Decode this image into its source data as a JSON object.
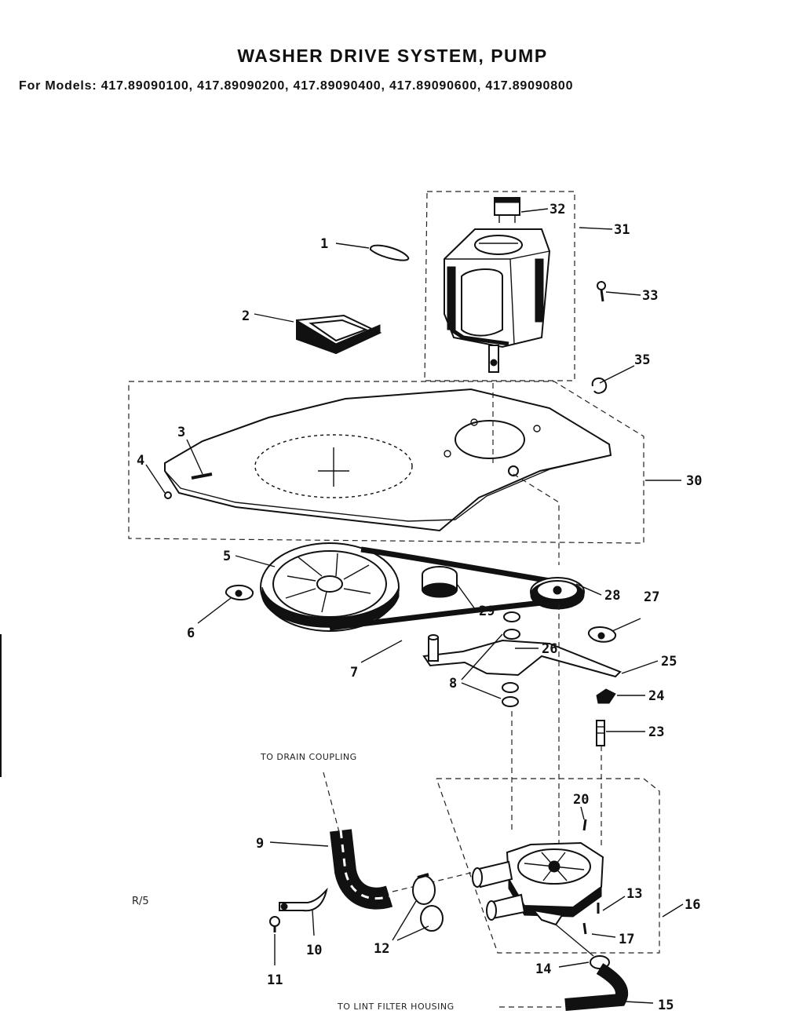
{
  "header": {
    "title": "WASHER DRIVE SYSTEM, PUMP",
    "models_line": "For Models: 417.89090100, 417.89090200, 417.89090400, 417.89090600, 417.89090800"
  },
  "callouts": {
    "c1": "1",
    "c2": "2",
    "c3": "3",
    "c4": "4",
    "c5": "5",
    "c6": "6",
    "c7": "7",
    "c8": "8",
    "c9": "9",
    "c10": "10",
    "c11": "11",
    "c12": "12",
    "c13": "13",
    "c14": "14",
    "c15": "15",
    "c16": "16",
    "c17": "17",
    "c20": "20",
    "c23": "23",
    "c24": "24",
    "c25": "25",
    "c26": "26",
    "c27": "27",
    "c28": "28",
    "c29": "29",
    "c30": "30",
    "c31": "31",
    "c32": "32",
    "c33": "33",
    "c35": "35"
  },
  "notes": {
    "drain": "TO DRAIN COUPLING",
    "lint": "TO LINT FILTER HOUSING",
    "page_mark": "R/5"
  }
}
